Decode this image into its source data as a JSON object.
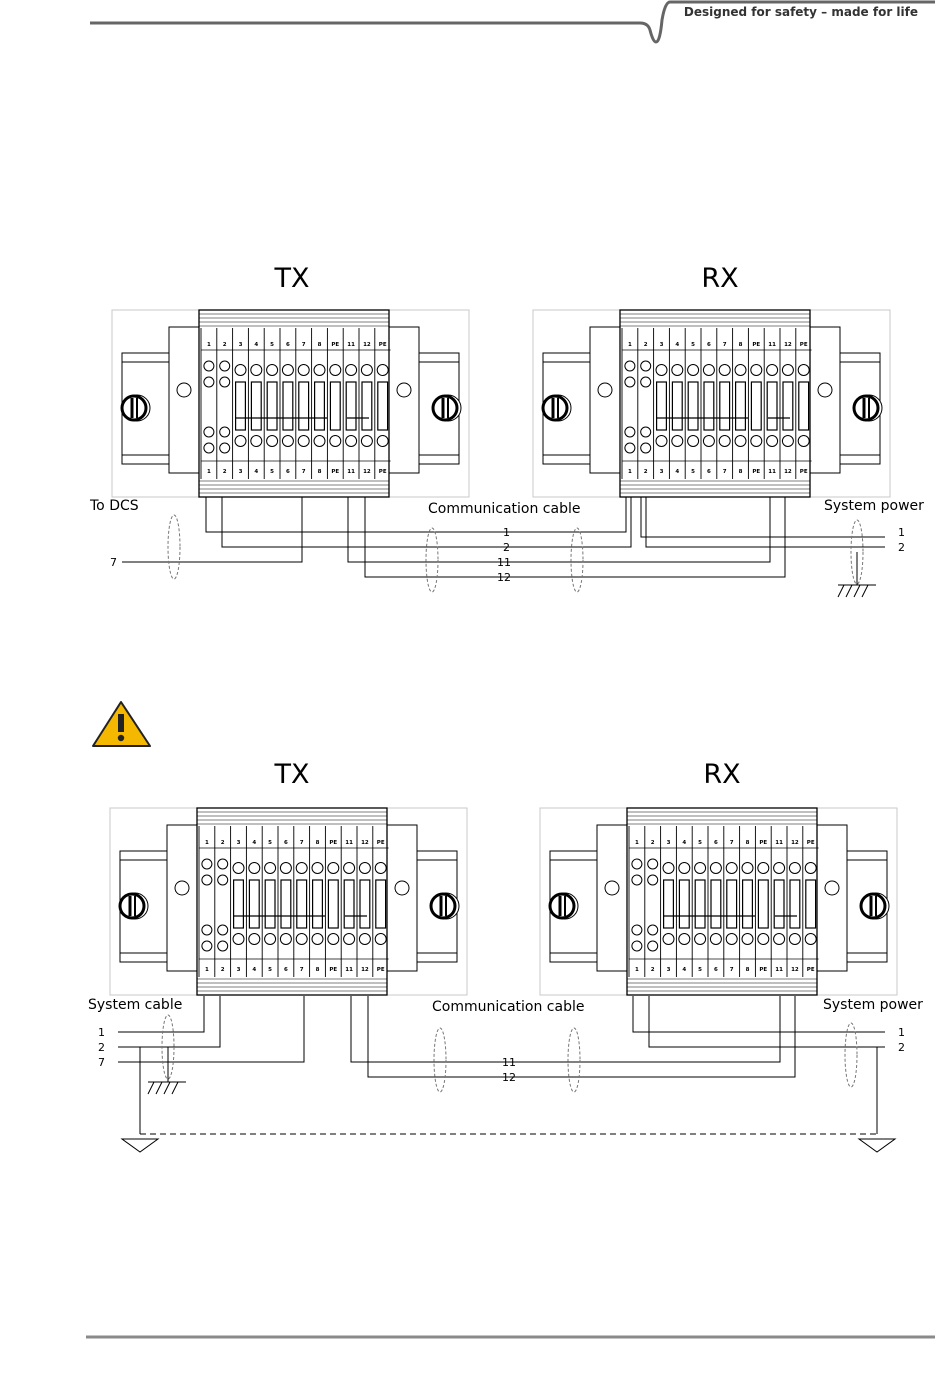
{
  "header": {
    "tagline": "Designed for safety – made for life"
  },
  "colors": {
    "header_rule": "#666666",
    "footer_rule": "#8a8a8a",
    "warning_fill": "#f5b800"
  },
  "icons": {
    "warning": "warning-triangle-icon",
    "ground": "ground-icon",
    "earth": "earth-icon"
  },
  "terminal_labels": [
    "1",
    "2",
    "3",
    "4",
    "5",
    "6",
    "7",
    "8",
    "PE",
    "11",
    "12",
    "PE"
  ],
  "diagram1": {
    "tx_title": "TX",
    "rx_title": "RX",
    "left_cable_label": "To DCS",
    "mid_cable_label": "Communication cable",
    "right_cable_label": "System power",
    "left_wires": [
      "7"
    ],
    "comm_wires": [
      "1",
      "2",
      "11",
      "12"
    ],
    "power_wires": [
      "1",
      "2"
    ]
  },
  "diagram2": {
    "tx_title": "TX",
    "rx_title": "RX",
    "left_cable_label": "System cable",
    "mid_cable_label": "Communication cable",
    "right_cable_label": "System power",
    "left_wires": [
      "1",
      "2",
      "7"
    ],
    "comm_wires": [
      "11",
      "12"
    ],
    "power_wires": [
      "1",
      "2"
    ]
  }
}
